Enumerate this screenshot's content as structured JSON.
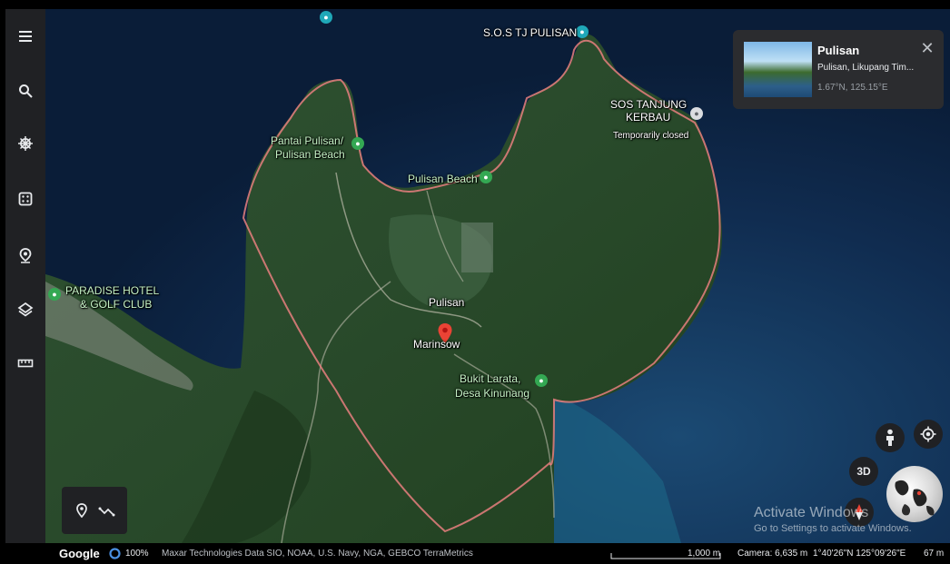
{
  "toolbar": {
    "items": [
      {
        "name": "menu-icon"
      },
      {
        "name": "search-icon"
      },
      {
        "name": "voyager-icon"
      },
      {
        "name": "feeling-lucky-icon"
      },
      {
        "name": "projects-icon"
      },
      {
        "name": "map-style-icon"
      },
      {
        "name": "measure-icon"
      }
    ]
  },
  "map": {
    "labels": {
      "sos_tj_pulisan": "S.O.S TJ PULISAN",
      "sos_tanjung_1": "SOS TANJUNG",
      "sos_tanjung_2": "KERBAU",
      "temporarily_closed": "Temporarily closed",
      "pantai_1": "Pantai Pulisan/",
      "pantai_2": "Pulisan Beach",
      "pulisan_beach": "Pulisan Beach",
      "paradise_1": "PARADISE HOTEL",
      "paradise_2": "& GOLF CLUB",
      "pulisan": "Pulisan",
      "marinsow": "Marinsow",
      "bukit_1": "Bukit Larata,",
      "bukit_2": "Desa Kinunang"
    },
    "colors": {
      "boundary": "#e87f7f",
      "marker": "#ea4335",
      "sea": "#0d2444",
      "land": "#274a2a"
    }
  },
  "info_card": {
    "title": "Pulisan",
    "subtitle": "Pulisan, Likupang Tim...",
    "coords": "1.67°N, 125.15°E",
    "close_icon": "close-icon"
  },
  "bottom_tools": {
    "items": [
      {
        "name": "add-placemark-icon"
      },
      {
        "name": "add-path-icon"
      }
    ]
  },
  "controls": {
    "three_d": "3D",
    "pegman_icon": "pegman-icon",
    "location_icon": "my-location-icon",
    "compass_icon": "compass-icon"
  },
  "watermark": {
    "line1": "Activate Windows",
    "line2": "Go to Settings to activate Windows."
  },
  "status_bar": {
    "google": "Google",
    "progress": "100%",
    "attribution": "Maxar Technologies  Data SIO, NOAA, U.S. Navy, NGA, GEBCO  TerraMetrics",
    "scale": "1,000 m",
    "camera": "Camera: 6,635 m",
    "coords": "1°40'26\"N 125°09'26\"E",
    "elevation": "67 m"
  }
}
